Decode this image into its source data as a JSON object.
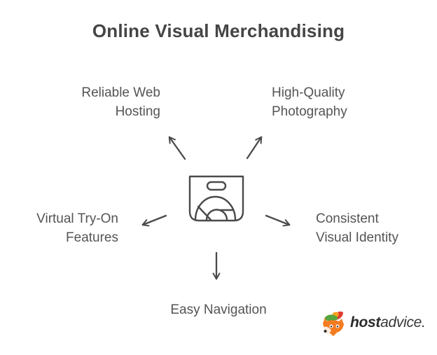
{
  "title": "Online Visual Merchandising",
  "diagram": {
    "center_icon": "shopping-bag-icon",
    "nodes": {
      "top_left": {
        "line1": "Reliable Web",
        "line2": "Hosting"
      },
      "top_right": {
        "line1": "High-Quality",
        "line2": "Photography"
      },
      "mid_left": {
        "line1": "Virtual Try-On",
        "line2": "Features"
      },
      "mid_right": {
        "line1": "Consistent",
        "line2": "Visual Identity"
      },
      "bottom": {
        "line1": "Easy Navigation"
      }
    },
    "arrows": [
      "up-left",
      "up-right",
      "left",
      "right",
      "down"
    ]
  },
  "logo": {
    "mascot": "fox-mascot-icon",
    "brand_bold": "host",
    "brand_light": "advice."
  },
  "colors": {
    "background": "#ffffff",
    "title_text": "#454545",
    "label_text": "#545454",
    "line_stroke": "#4a4a4a",
    "logo_text": "#2b2b2b",
    "fox_orange": "#f47b20",
    "fox_green": "#55a63e",
    "fox_red": "#e23c2e",
    "fox_yellow": "#f6a21d"
  }
}
